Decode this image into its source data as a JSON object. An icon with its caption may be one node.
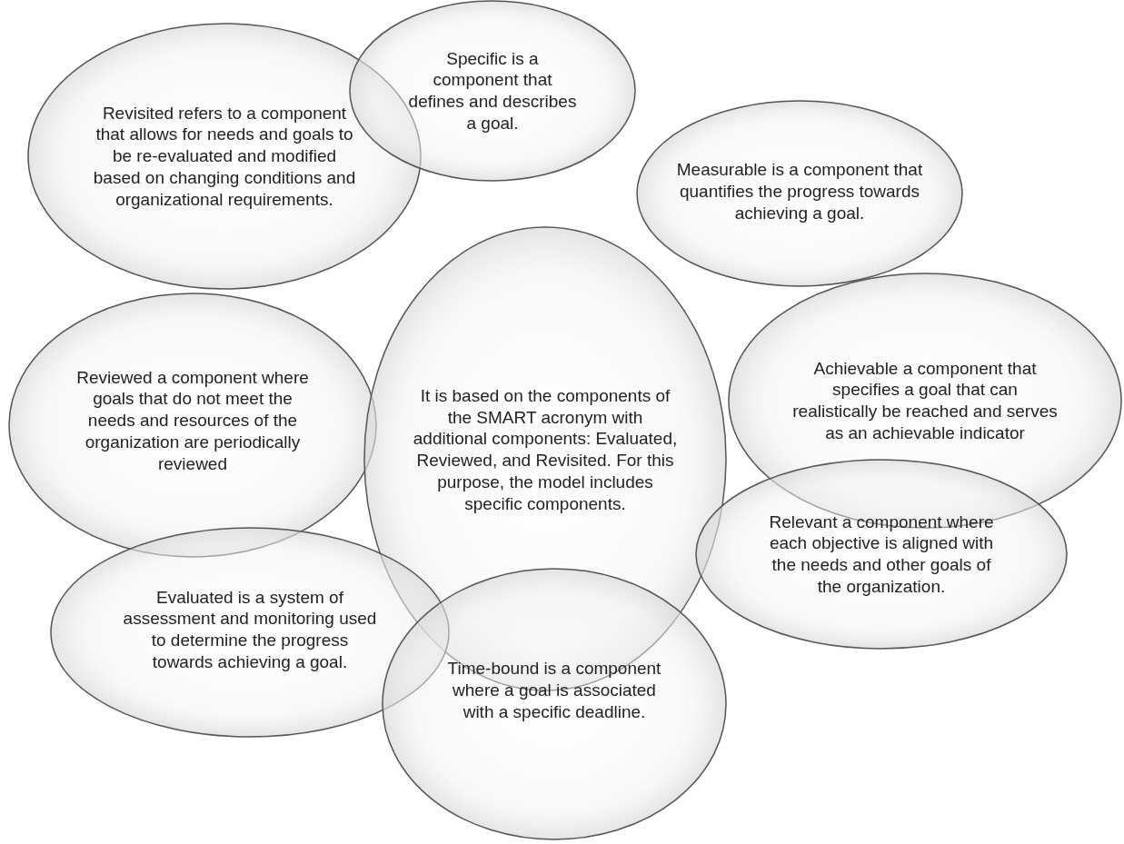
{
  "diagram": {
    "nodes": [
      {
        "text": [
          "Revisited refers to a component that allows for needs and goals to be re-evaluated and modified based on changing conditions and organizational requirements."
        ]
      },
      {
        "text": [
          "Specific is a component that defines and describes a goal."
        ]
      },
      {
        "text": [
          "Measurable is a component that quantifies the progress towards achieving a goal."
        ]
      },
      {
        "text": [
          "Reviewed  a component where goals that do not meet the needs and resources of the organization are periodically reviewed"
        ]
      },
      {
        "text": [
          "It is based on the components of the SMART acronym with additional components: Evaluated, Reviewed, and Revisited. For this purpose, the model includes specific components."
        ]
      },
      {
        "text": [
          "Achievable  a component that specifies a goal that can realistically be reached and serves as an achievable indicator"
        ]
      },
      {
        "text": [
          "Relevant  a component where each objective is aligned with the needs and other goals of the organization."
        ]
      },
      {
        "text": [
          "Evaluated is a system of assessment and monitoring used to determine the progress towards achieving a goal."
        ]
      },
      {
        "text": [
          "Time-bound is a component where a goal is associated with a specific deadline."
        ]
      }
    ]
  }
}
